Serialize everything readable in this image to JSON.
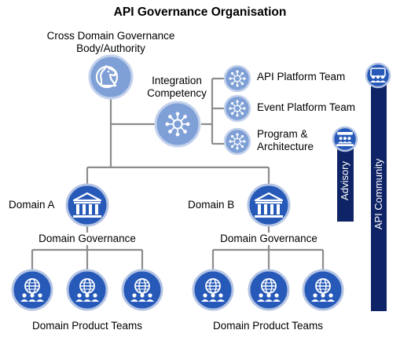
{
  "title": "API Governance Organisation",
  "cross_domain": {
    "label_line1": "Cross Domain Governance",
    "label_line2": "Body/Authority",
    "icon": "chess-knight-head-icon"
  },
  "integration": {
    "label_line1": "Integration",
    "label_line2": "Competency",
    "icon": "network-hub-icon"
  },
  "teams": [
    {
      "label": "API Platform Team",
      "icon": "network-hub-icon"
    },
    {
      "label": "Event Platform Team",
      "icon": "network-hub-icon"
    },
    {
      "label_line1": "Program &",
      "label_line2": "Architecture",
      "icon": "network-hub-icon"
    }
  ],
  "domains": [
    {
      "name": "Domain A",
      "governance": "Domain Governance",
      "product_teams": "Domain Product Teams",
      "icon": "institution-building-icon",
      "team_icon": "globe-people-icon"
    },
    {
      "name": "Domain B",
      "governance": "Domain Governance",
      "product_teams": "Domain Product Teams",
      "icon": "institution-building-icon",
      "team_icon": "globe-people-icon"
    }
  ],
  "advisory": {
    "label": "Advisory",
    "icon": "people-group-icon"
  },
  "api_community": {
    "label": "API Community",
    "icon": "people-meeting-icon"
  },
  "colors": {
    "light_blue": "#7fa0d6",
    "deep_blue": "#2659b8",
    "navy": "#0f2466",
    "connector": "#8c8c8c",
    "outline": "#b4c4e4"
  }
}
